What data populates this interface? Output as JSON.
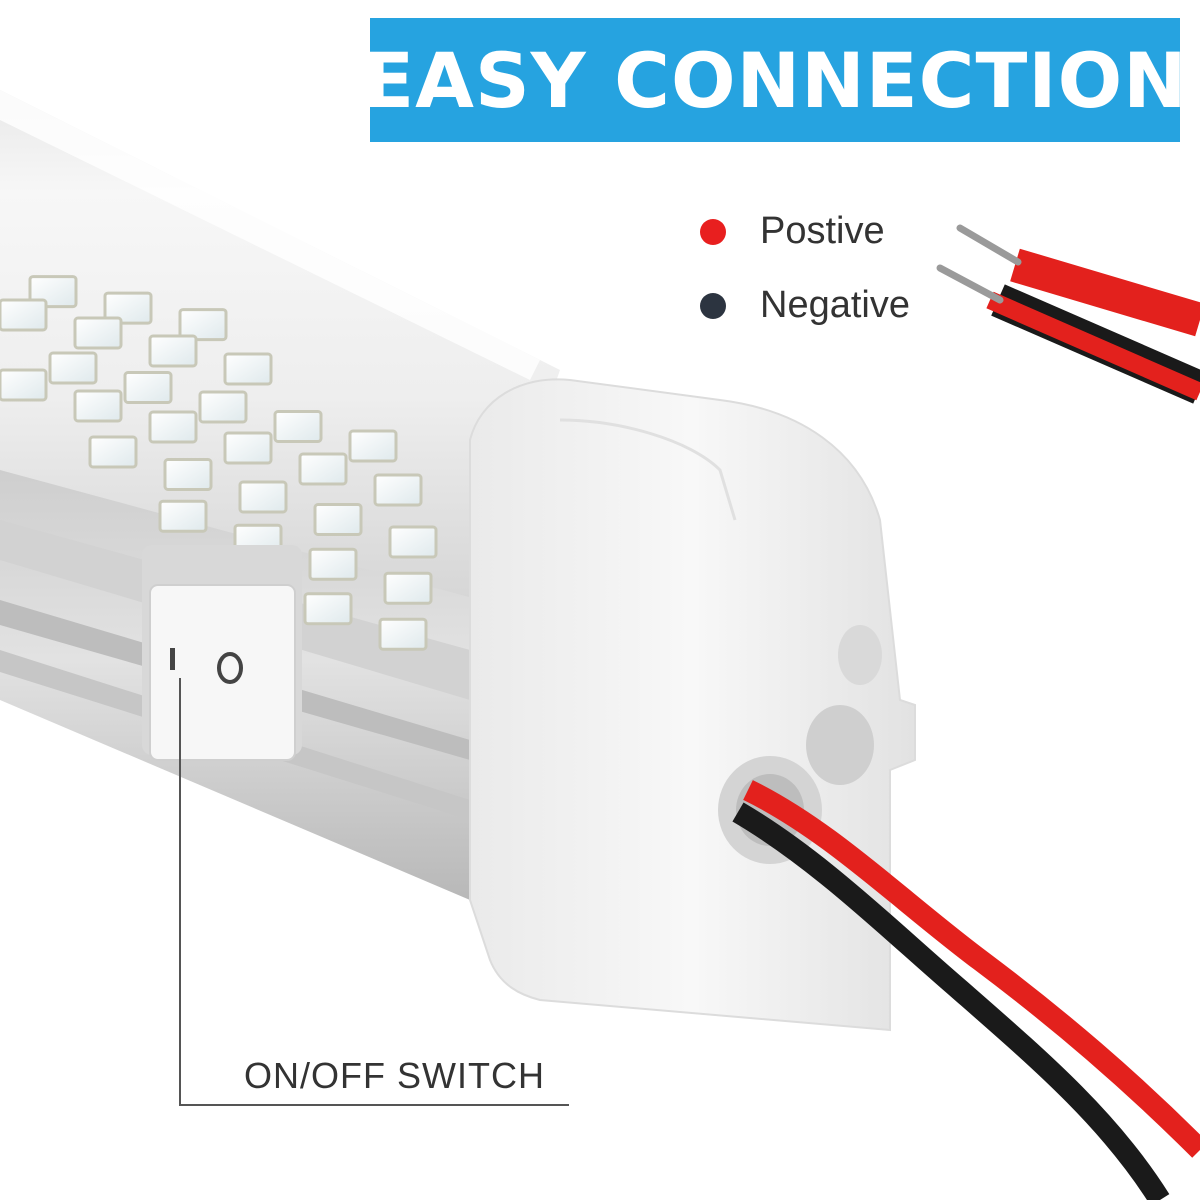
{
  "banner": {
    "title": "EASY CONNECTION"
  },
  "legend": {
    "items": [
      {
        "label": "Postive",
        "color": "#e81f1f"
      },
      {
        "label": "Negative",
        "color": "#2c3440"
      }
    ]
  },
  "callout": {
    "switch_label": "ON/OFF SWITCH"
  },
  "colors": {
    "banner_bg": "#26a3e0",
    "wire_red": "#e3211d",
    "wire_black": "#1a1a1a",
    "led_bg": "#f4f4f0",
    "end_cap": "#f2f2f2"
  }
}
